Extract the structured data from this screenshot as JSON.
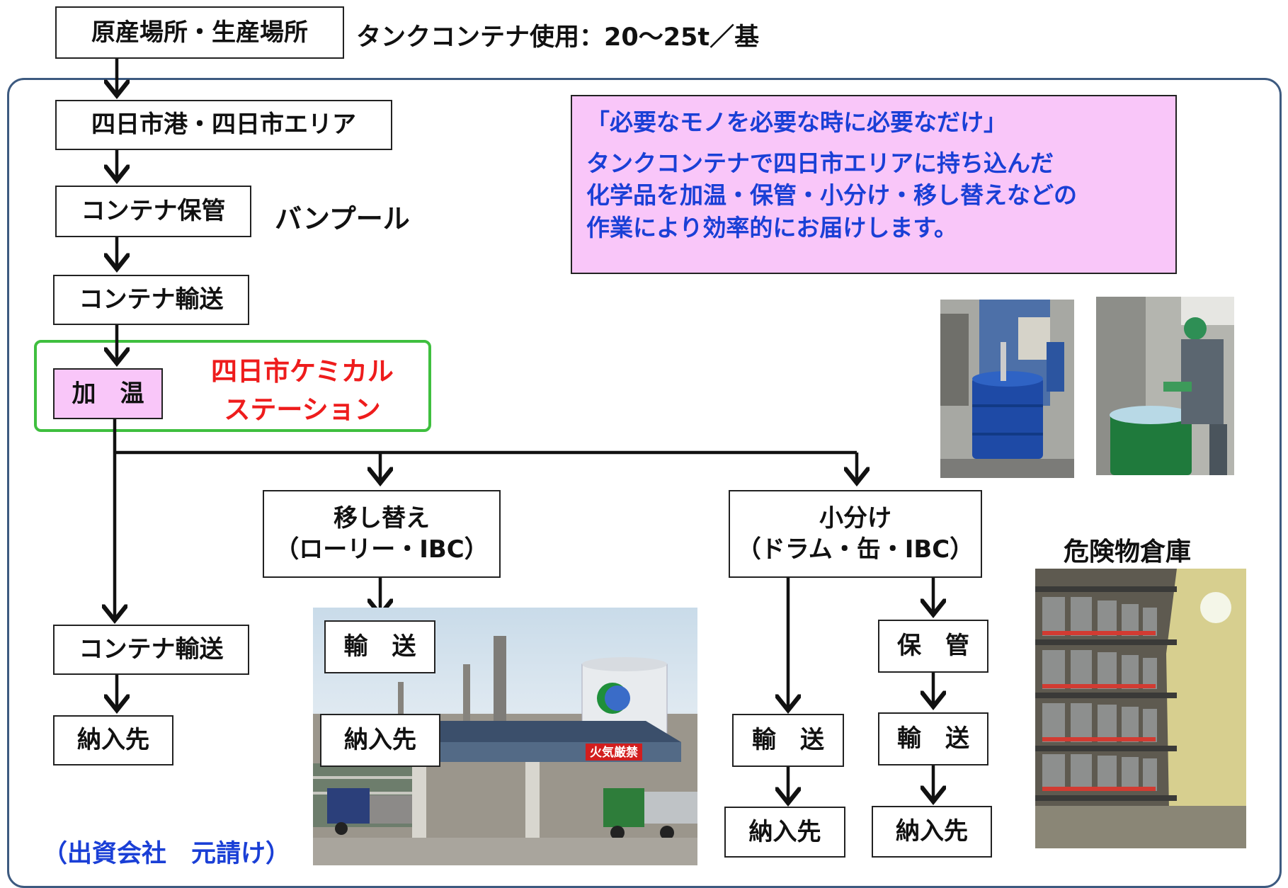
{
  "top": {
    "source_label": "原産場所・生産場所",
    "tank_note": "タンクコンテナ使用：20～25t／基"
  },
  "flow": {
    "port_label": "四日市港・四日市エリア",
    "storage_label": "コンテナ保管",
    "storage_note": "バンプール",
    "transport_label": "コンテナ輸送",
    "heating_label": "加　温",
    "station_line1": "四日市ケミカル",
    "station_line2": "ステーション",
    "left_transport_label": "コンテナ輸送",
    "left_delivery_label": "納入先",
    "transfer_line1": "移し替え",
    "transfer_line2": "（ローリー・IBC）",
    "transfer_transport_label": "輸　送",
    "transfer_delivery_label": "納入先",
    "split_line1": "小分け",
    "split_line2": "（ドラム・缶・IBC）",
    "split_transport_label": "輸　送",
    "split_delivery_label": "納入先",
    "keep_label": "保　管",
    "keep_transport_label": "輸　送",
    "keep_delivery_label": "納入先"
  },
  "message": {
    "slogan": "「必要なモノを必要な時に必要なだけ」",
    "line1": "タンクコンテナで四日市エリアに持ち込んだ",
    "line2": "化学品を加温・保管・小分け・移し替えなどの",
    "line3": "作業により効率的にお届けします。"
  },
  "warehouse_label": "危険物倉庫",
  "investor_note": "（出資会社　元請け）",
  "sign_text": "火気厳禁",
  "colors": {
    "frame": "#3d5a80",
    "station_frame": "#3fbf3f",
    "pink": "#f9c6f9",
    "red_text": "#ee1c1c",
    "blue_text": "#1a3fd6"
  }
}
